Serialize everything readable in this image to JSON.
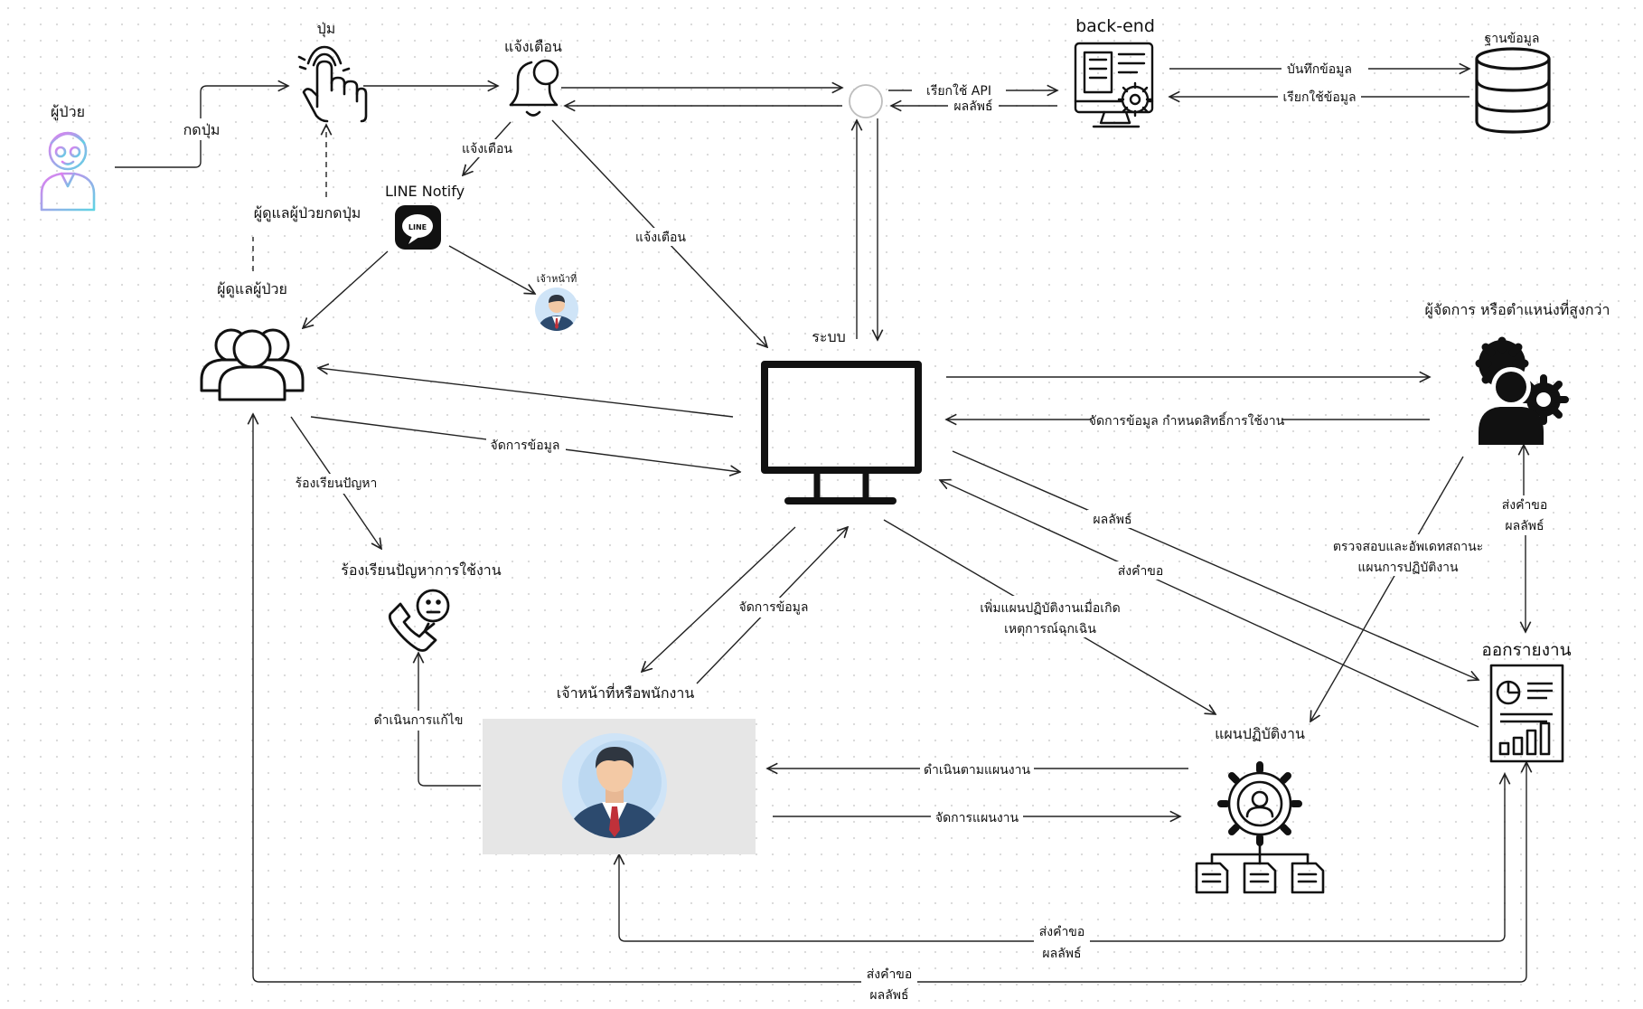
{
  "nodes": {
    "patient": "ผู้ป่วย",
    "button": "ปุ่ม",
    "alert": "แจ้งเตือน",
    "line_notify": "LINE Notify",
    "caregiver": "ผู้ดูแลผู้ป่วย",
    "officer_small": "เจ้าหน้าที่",
    "backend": "back-end",
    "database": "ฐานข้อมูล",
    "system": "ระบบ",
    "manager": "ผู้จัดการ หรือตำแหน่งที่สูงกว่า",
    "complaint": "ร้องเรียนปัญหาการใช้งาน",
    "staff": "เจ้าหน้าที่หรือพนักงาน",
    "plan": "แผนปฏิบัติงาน",
    "report": "ออกรายงาน"
  },
  "edges": {
    "press_button": "กดปุ่ม",
    "caregiver_press": "ผู้ดูแลผู้ป่วยกดปุ่ม",
    "alert_to_line": "แจ้งเตือน",
    "alert_to_system": "แจ้งเตือน",
    "call_api": "เรียกใช้ API",
    "result_api": "ผลลัพธ์",
    "save_data": "บันทึกข้อมูล",
    "fetch_data": "เรียกใช้ข้อมูล",
    "manage_data_caregiver": "จัดการข้อมูล",
    "complain": "ร้องเรียนปัญหา",
    "manage_rights": "จัดการข้อมูล กำหนดสิทธิ์การใช้งาน",
    "result_report": "ผลลัพธ์",
    "request_report": "ส่งคำขอ",
    "add_plan_line1": "เพิ่มแผนปฏิบัติงานเมื่อเกิด",
    "add_plan_line2": "เหตุการณ์ฉุกเฉิน",
    "verify_line1": "ตรวจสอบและอัพเดทสถานะ",
    "verify_line2": "แผนการปฏิบัติงาน",
    "mgr_req_line1": "ส่งคำขอ",
    "mgr_req_line2": "ผลลัพธ์",
    "manage_data_staff": "จัดการข้อมูล",
    "fix": "ดำเนินการแก้ไข",
    "follow_plan": "ดำเนินตามแผนงาน",
    "manage_plan": "จัดการแผนงาน",
    "staff_req_line1": "ส่งคำขอ",
    "staff_req_line2": "ผลลัพธ์",
    "care_req_line1": "ส่งคำขอ",
    "care_req_line2": "ผลลัพธ์"
  },
  "icons": {
    "patient": "elderly-person-icon",
    "button": "touch-button-icon",
    "alert": "bell-icon",
    "line_notify": "line-app-icon",
    "caregiver": "group-icon",
    "officer_small": "officer-avatar-icon",
    "backend": "server-settings-icon",
    "database": "database-icon",
    "hub": "hub-circle-icon",
    "system": "monitor-icon",
    "manager": "manager-gear-icon",
    "complaint": "phone-complaint-icon",
    "staff": "staff-avatar-icon",
    "plan": "workflow-gear-icon",
    "report": "report-icon"
  },
  "colors": {
    "line": "#222222",
    "patient_gradient_start": "#e27cf0",
    "patient_gradient_end": "#5ed3e3",
    "avatar_bg": "#cfe4f7",
    "suit": "#2c4a6e",
    "tie": "#c0313a",
    "staff_panel": "#e6e6e6"
  }
}
